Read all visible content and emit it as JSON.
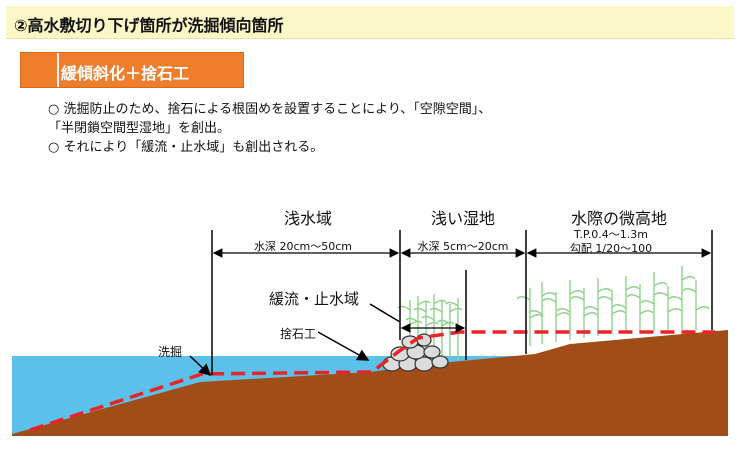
{
  "header": {
    "title": "②高水敷切り下げ箇所が洗掘傾向箇所"
  },
  "tag": {
    "label": "緩傾斜化＋捨石工"
  },
  "bullets": [
    "○ 洗掘防止のため、捨石による根固めを設置することにより、「空隙空間」、",
    "「半閉鎖空間型湿地」を創出。",
    "○ それにより「緩流・止水域」も創出される。"
  ],
  "diagram": {
    "zones": [
      {
        "title": "浅水域",
        "depth": "水深 20cm〜50cm"
      },
      {
        "title": "浅い湿地",
        "depth": "水深 5cm〜20cm"
      },
      {
        "title": "水際の微高地",
        "depth": "T.P.0.4〜1.3m",
        "slope": "勾配 1/20〜100"
      }
    ],
    "labels": {
      "calm_water": "緩流・止水域",
      "riprap": "捨石工",
      "scour": "洗掘"
    },
    "colors": {
      "water": "#5bc0ea",
      "soil": "#a14d18",
      "dashed_line": "#e8242a",
      "reeds": "#8fd18b",
      "title_bg": "#fbf7c6",
      "tag_bg": "#ee7d2c"
    }
  }
}
